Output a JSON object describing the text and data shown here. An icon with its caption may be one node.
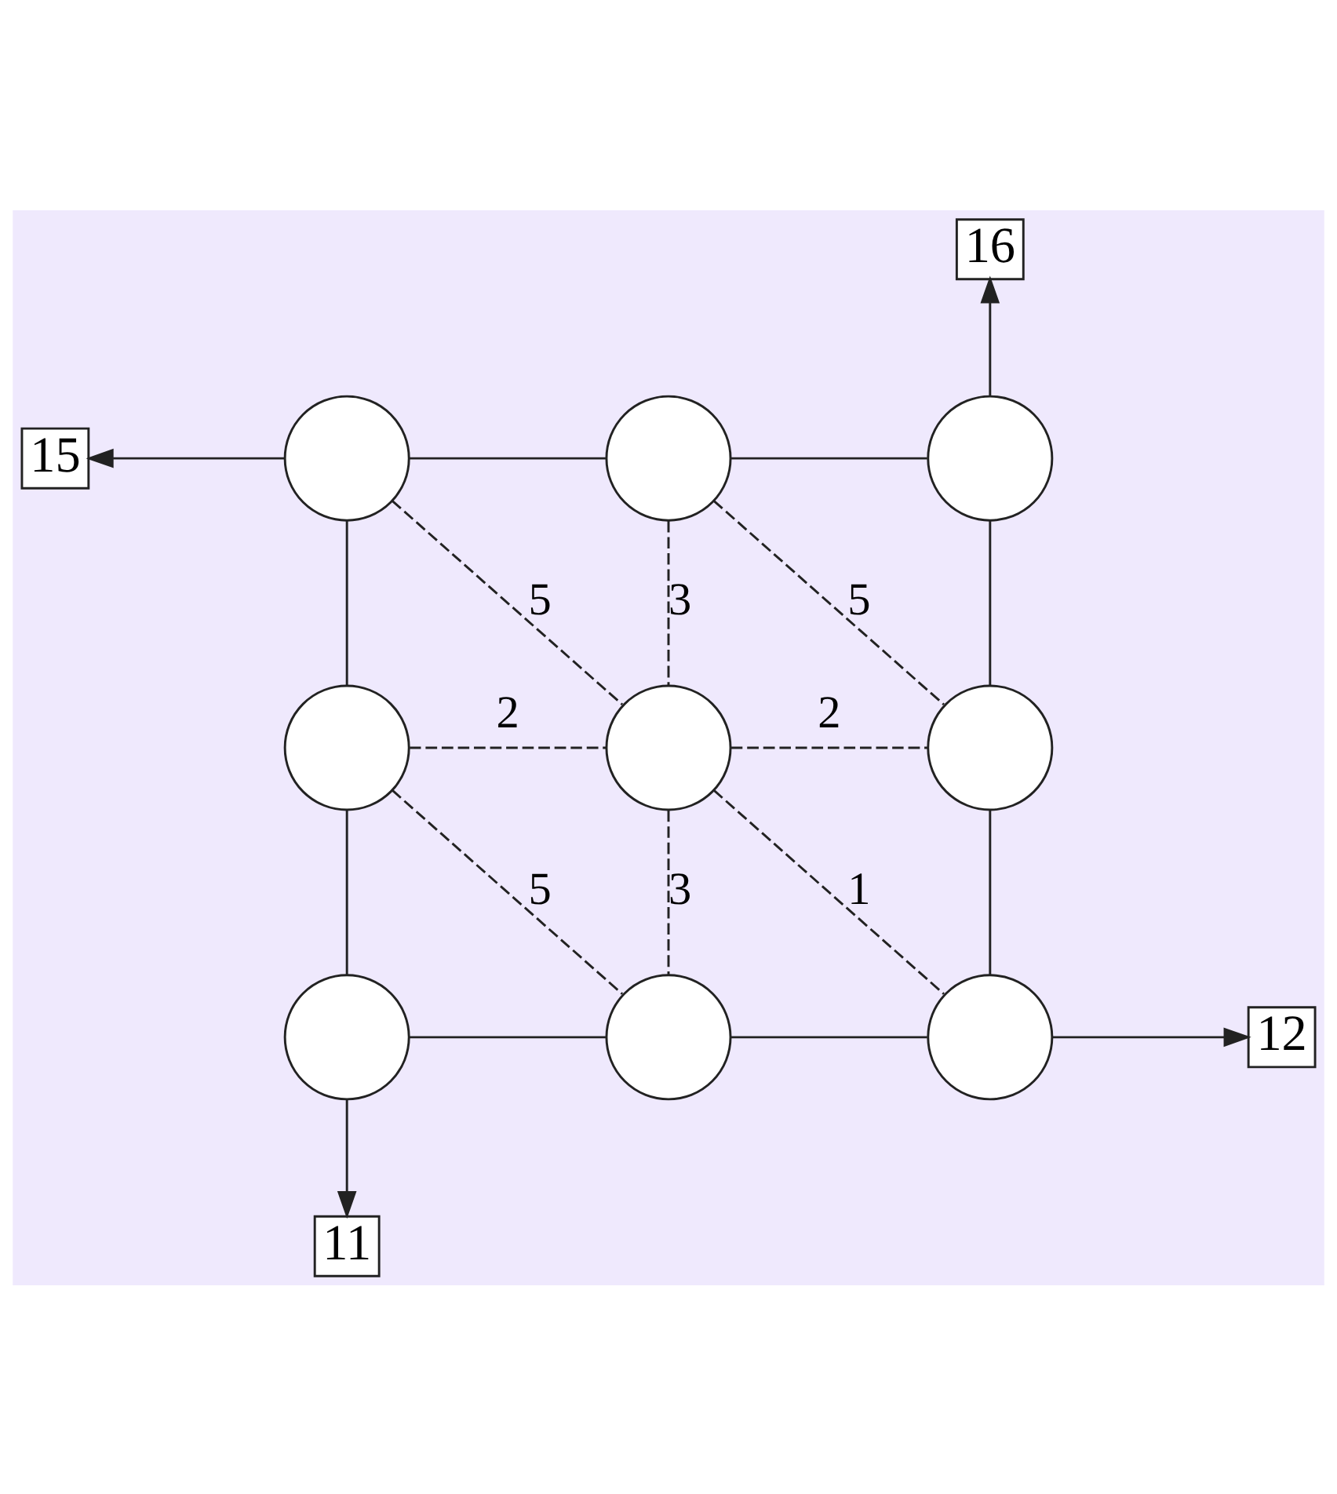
{
  "diagram": {
    "nodes": [
      {
        "text": [
          "16"
        ]
      },
      {
        "text": [
          "15"
        ]
      },
      {
        "text": [],
        "shape": "circle"
      },
      {
        "text": [],
        "shape": "circle"
      },
      {
        "text": [],
        "shape": "circle"
      },
      {
        "text": [],
        "shape": "circle"
      },
      {
        "text": [],
        "shape": "circle"
      },
      {
        "text": [],
        "shape": "circle"
      },
      {
        "text": [],
        "shape": "circle"
      },
      {
        "text": [],
        "shape": "circle"
      },
      {
        "text": [],
        "shape": "circle"
      },
      {
        "text": [
          "12"
        ]
      },
      {
        "text": [
          "11"
        ]
      }
    ],
    "edges": [
      {
        "from": 2,
        "to": 1,
        "arrow": "to"
      },
      {
        "from": 4,
        "to": 0,
        "arrow": "to"
      },
      {
        "from": 2,
        "to": 3,
        "arrow": "none"
      },
      {
        "from": 3,
        "to": 4,
        "arrow": "none"
      },
      {
        "from": 2,
        "to": 5,
        "arrow": "none"
      },
      {
        "from": 4,
        "to": 7,
        "arrow": "none"
      },
      {
        "from": 2,
        "to": 6,
        "arrow": "none",
        "label": "5",
        "style": "dashed"
      },
      {
        "from": 3,
        "to": 6,
        "arrow": "none",
        "label": "3",
        "style": "dashed"
      },
      {
        "from": 3,
        "to": 7,
        "arrow": "none",
        "label": "5",
        "style": "dashed"
      },
      {
        "from": 5,
        "to": 6,
        "arrow": "none",
        "label": "2",
        "style": "dashed"
      },
      {
        "from": 6,
        "to": 7,
        "arrow": "none",
        "label": "2",
        "style": "dashed"
      },
      {
        "from": 5,
        "to": 8,
        "arrow": "none"
      },
      {
        "from": 7,
        "to": 10,
        "arrow": "none"
      },
      {
        "from": 5,
        "to": 9,
        "arrow": "none",
        "label": "5",
        "style": "dashed"
      },
      {
        "from": 6,
        "to": 9,
        "arrow": "none",
        "label": "3",
        "style": "dashed"
      },
      {
        "from": 6,
        "to": 10,
        "arrow": "none",
        "label": "1",
        "style": "dashed"
      },
      {
        "from": 8,
        "to": 9,
        "arrow": "none"
      },
      {
        "from": 9,
        "to": 10,
        "arrow": "none"
      },
      {
        "from": 10,
        "to": 11,
        "arrow": "to"
      },
      {
        "from": 8,
        "to": 12,
        "arrow": "to"
      }
    ]
  }
}
